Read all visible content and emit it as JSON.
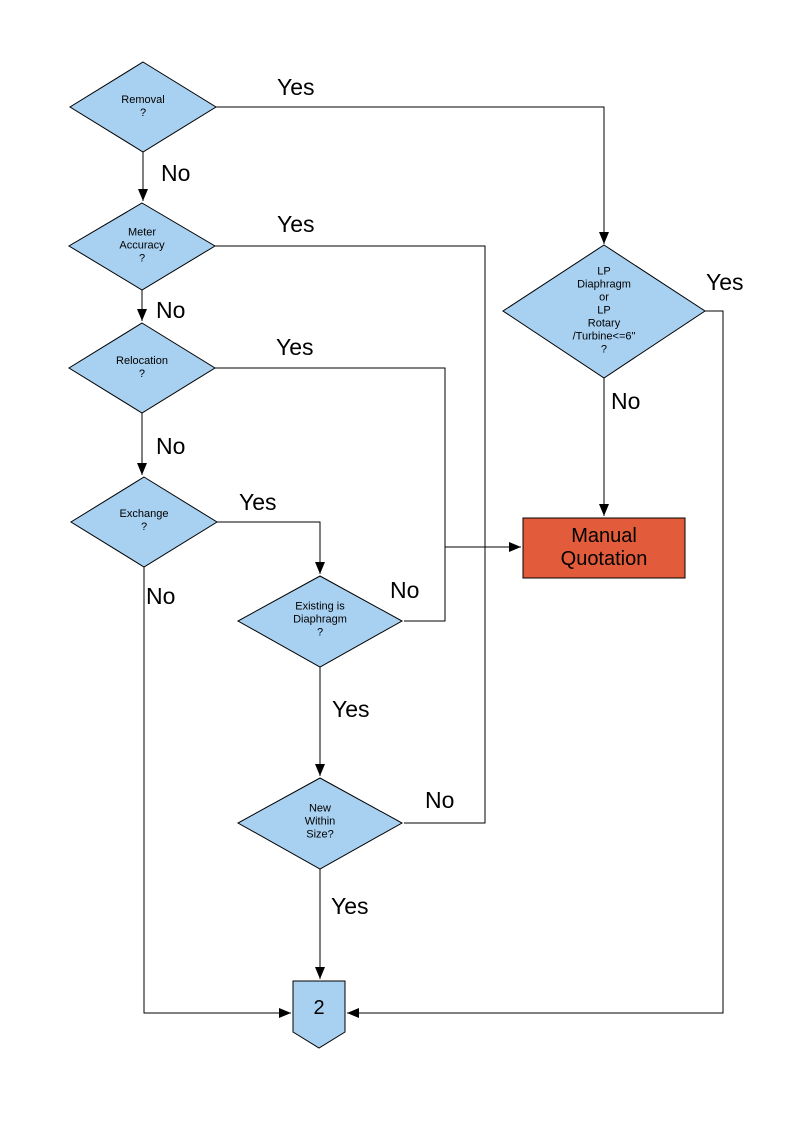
{
  "flowchart": {
    "colors": {
      "node_fill": "#A8D0F0",
      "node_border": "#000000",
      "highlight_fill": "#E25B3A",
      "line": "#000000"
    },
    "nodes": {
      "removal": "Removal\n?",
      "meter_accuracy": "Meter\nAccuracy\n?",
      "relocation": "Relocation\n?",
      "exchange": "Exchange\n?",
      "existing_is_diaphragm": "Existing is\nDiaphragm\n?",
      "new_within_size": "New\nWithin\nSize?",
      "lp_meter_type": "LP\nDiaphragm\nor\nLP\nRotary\n/Turbine<=6\"\n?",
      "manual_quotation": "Manual\nQuotation",
      "offpage_connector": "2"
    },
    "edge_labels": {
      "removal_yes": "Yes",
      "removal_no": "No",
      "meter_accuracy_yes": "Yes",
      "meter_accuracy_no": "No",
      "relocation_yes": "Yes",
      "relocation_no": "No",
      "exchange_yes": "Yes",
      "exchange_no": "No",
      "existing_is_diaphragm_yes": "Yes",
      "existing_is_diaphragm_no": "No",
      "new_within_size_yes": "Yes",
      "new_within_size_no": "No",
      "lp_meter_type_yes": "Yes",
      "lp_meter_type_no": "No"
    }
  }
}
